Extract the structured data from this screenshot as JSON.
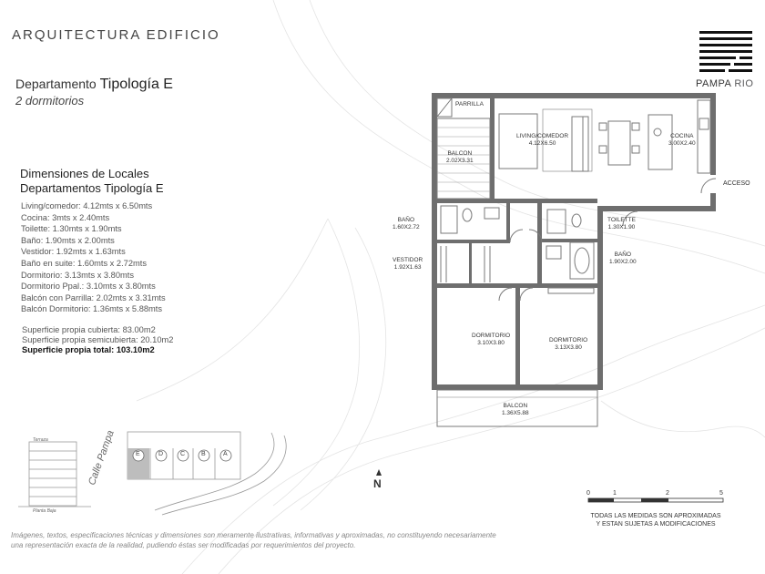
{
  "header": {
    "title": "ARQUITECTURA EDIFICIO"
  },
  "apartment": {
    "title_prefix": "Departamento ",
    "title_bold": "Tipología E",
    "subtitle": "2 dormitorios"
  },
  "dimensions": {
    "heading_line1": "Dimensiones de Locales",
    "heading_line2": "Departamentos Tipología E",
    "items": [
      "Living/comedor: 4.12mts x 6.50mts",
      "Cocina: 3mts x 2.40mts",
      "Toilette: 1.30mts x 1.90mts",
      "Baño: 1.90mts x 2.00mts",
      "Vestidor: 1.92mts x 1.63mts",
      "Baño en suite: 1.60mts x 2.72mts",
      "Dormitorio: 3.13mts x 3.80mts",
      "Dormitorio Ppal.: 3.10mts x 3.80mts",
      "Balcón con Parrilla: 2.02mts x 3.31mts",
      "Balcón Dormitorio: 1.36mts x 5.88mts"
    ]
  },
  "surfaces": {
    "covered": "Superficie propia cubierta: 83.00m2",
    "semicovered": "Superficie propia semicubierta: 20.10m2",
    "total": "Superficie propia total: 103.10m2"
  },
  "logo": {
    "word1": "PAMPA",
    "word2": "RIO"
  },
  "rooms": {
    "parrilla": "PARRILLA",
    "balcon_top_name": "BALCON",
    "balcon_top_dim": "2.02X3.31",
    "living_name": "LIVING/COMEDOR",
    "living_dim": "4.12X6.50",
    "cocina_name": "COCINA",
    "cocina_dim": "3.00X2.40",
    "acceso": "ACCESO",
    "bano_suite_name": "BAÑO",
    "bano_suite_dim": "1.60X2.72",
    "toilette_name": "TOILETTE",
    "toilette_dim": "1.30X1.90",
    "bano_name": "BAÑO",
    "bano_dim": "1.90X2.00",
    "vestidor_name": "VESTIDOR",
    "vestidor_dim": "1.92X1.63",
    "dorm1_name": "DORMITORIO",
    "dorm1_dim": "3.10X3.80",
    "dorm2_name": "DORMITORIO",
    "dorm2_dim": "3.13X3.80",
    "balcon_bottom_name": "BALCON",
    "balcon_bottom_dim": "1.36X5.88"
  },
  "location": {
    "terrace": "Terraza",
    "ground": "Planta Baja",
    "street": "Calle Pampa",
    "units": [
      "E",
      "D",
      "C",
      "B",
      "A"
    ]
  },
  "north": "N",
  "scale": {
    "ticks": [
      "0",
      "1",
      "2",
      "5"
    ],
    "note_line1": "TODAS LAS MEDIDAS SON APROXIMADAS",
    "note_line2": "Y ESTAN SUJETAS A MODIFICACIONES"
  },
  "disclaimer": {
    "line1": "Imágenes, textos, especificaciones técnicas y dimensiones son meramente ilustrativas, informativas y aproximadas, no constituyendo necesariamente",
    "line2": "una representación exacta de la realidad, pudiendo éstas ser modificadas por requerimientos del proyecto."
  }
}
